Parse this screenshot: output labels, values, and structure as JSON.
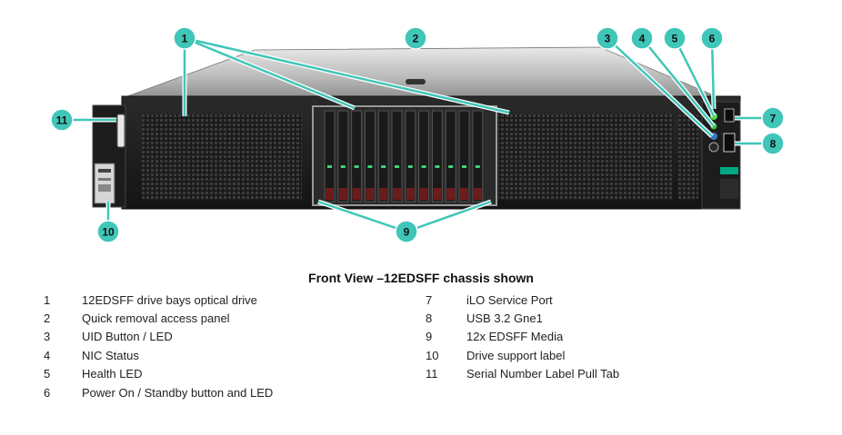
{
  "figure": {
    "title": "Front View –12EDSFF chassis shown",
    "callout_color": "#40c6b8",
    "callouts": [
      "1",
      "2",
      "3",
      "4",
      "5",
      "6",
      "7",
      "8",
      "9",
      "10",
      "11"
    ],
    "legend_left": [
      {
        "num": "1",
        "text": "12EDSFF drive bays optical drive"
      },
      {
        "num": "2",
        "text": "Quick removal access panel"
      },
      {
        "num": "3",
        "text": "UID Button / LED"
      },
      {
        "num": "4",
        "text": "NIC Status"
      },
      {
        "num": "5",
        "text": "Health LED"
      },
      {
        "num": "6",
        "text": "Power On / Standby button and LED"
      }
    ],
    "legend_right": [
      {
        "num": "7",
        "text": "iLO Service Port"
      },
      {
        "num": "8",
        "text": "USB 3.2 Gne1"
      },
      {
        "num": "9",
        "text": "12x EDSFF Media"
      },
      {
        "num": "10",
        "text": "Drive support label"
      },
      {
        "num": "11",
        "text": "Serial Number Label Pull Tab"
      }
    ]
  }
}
